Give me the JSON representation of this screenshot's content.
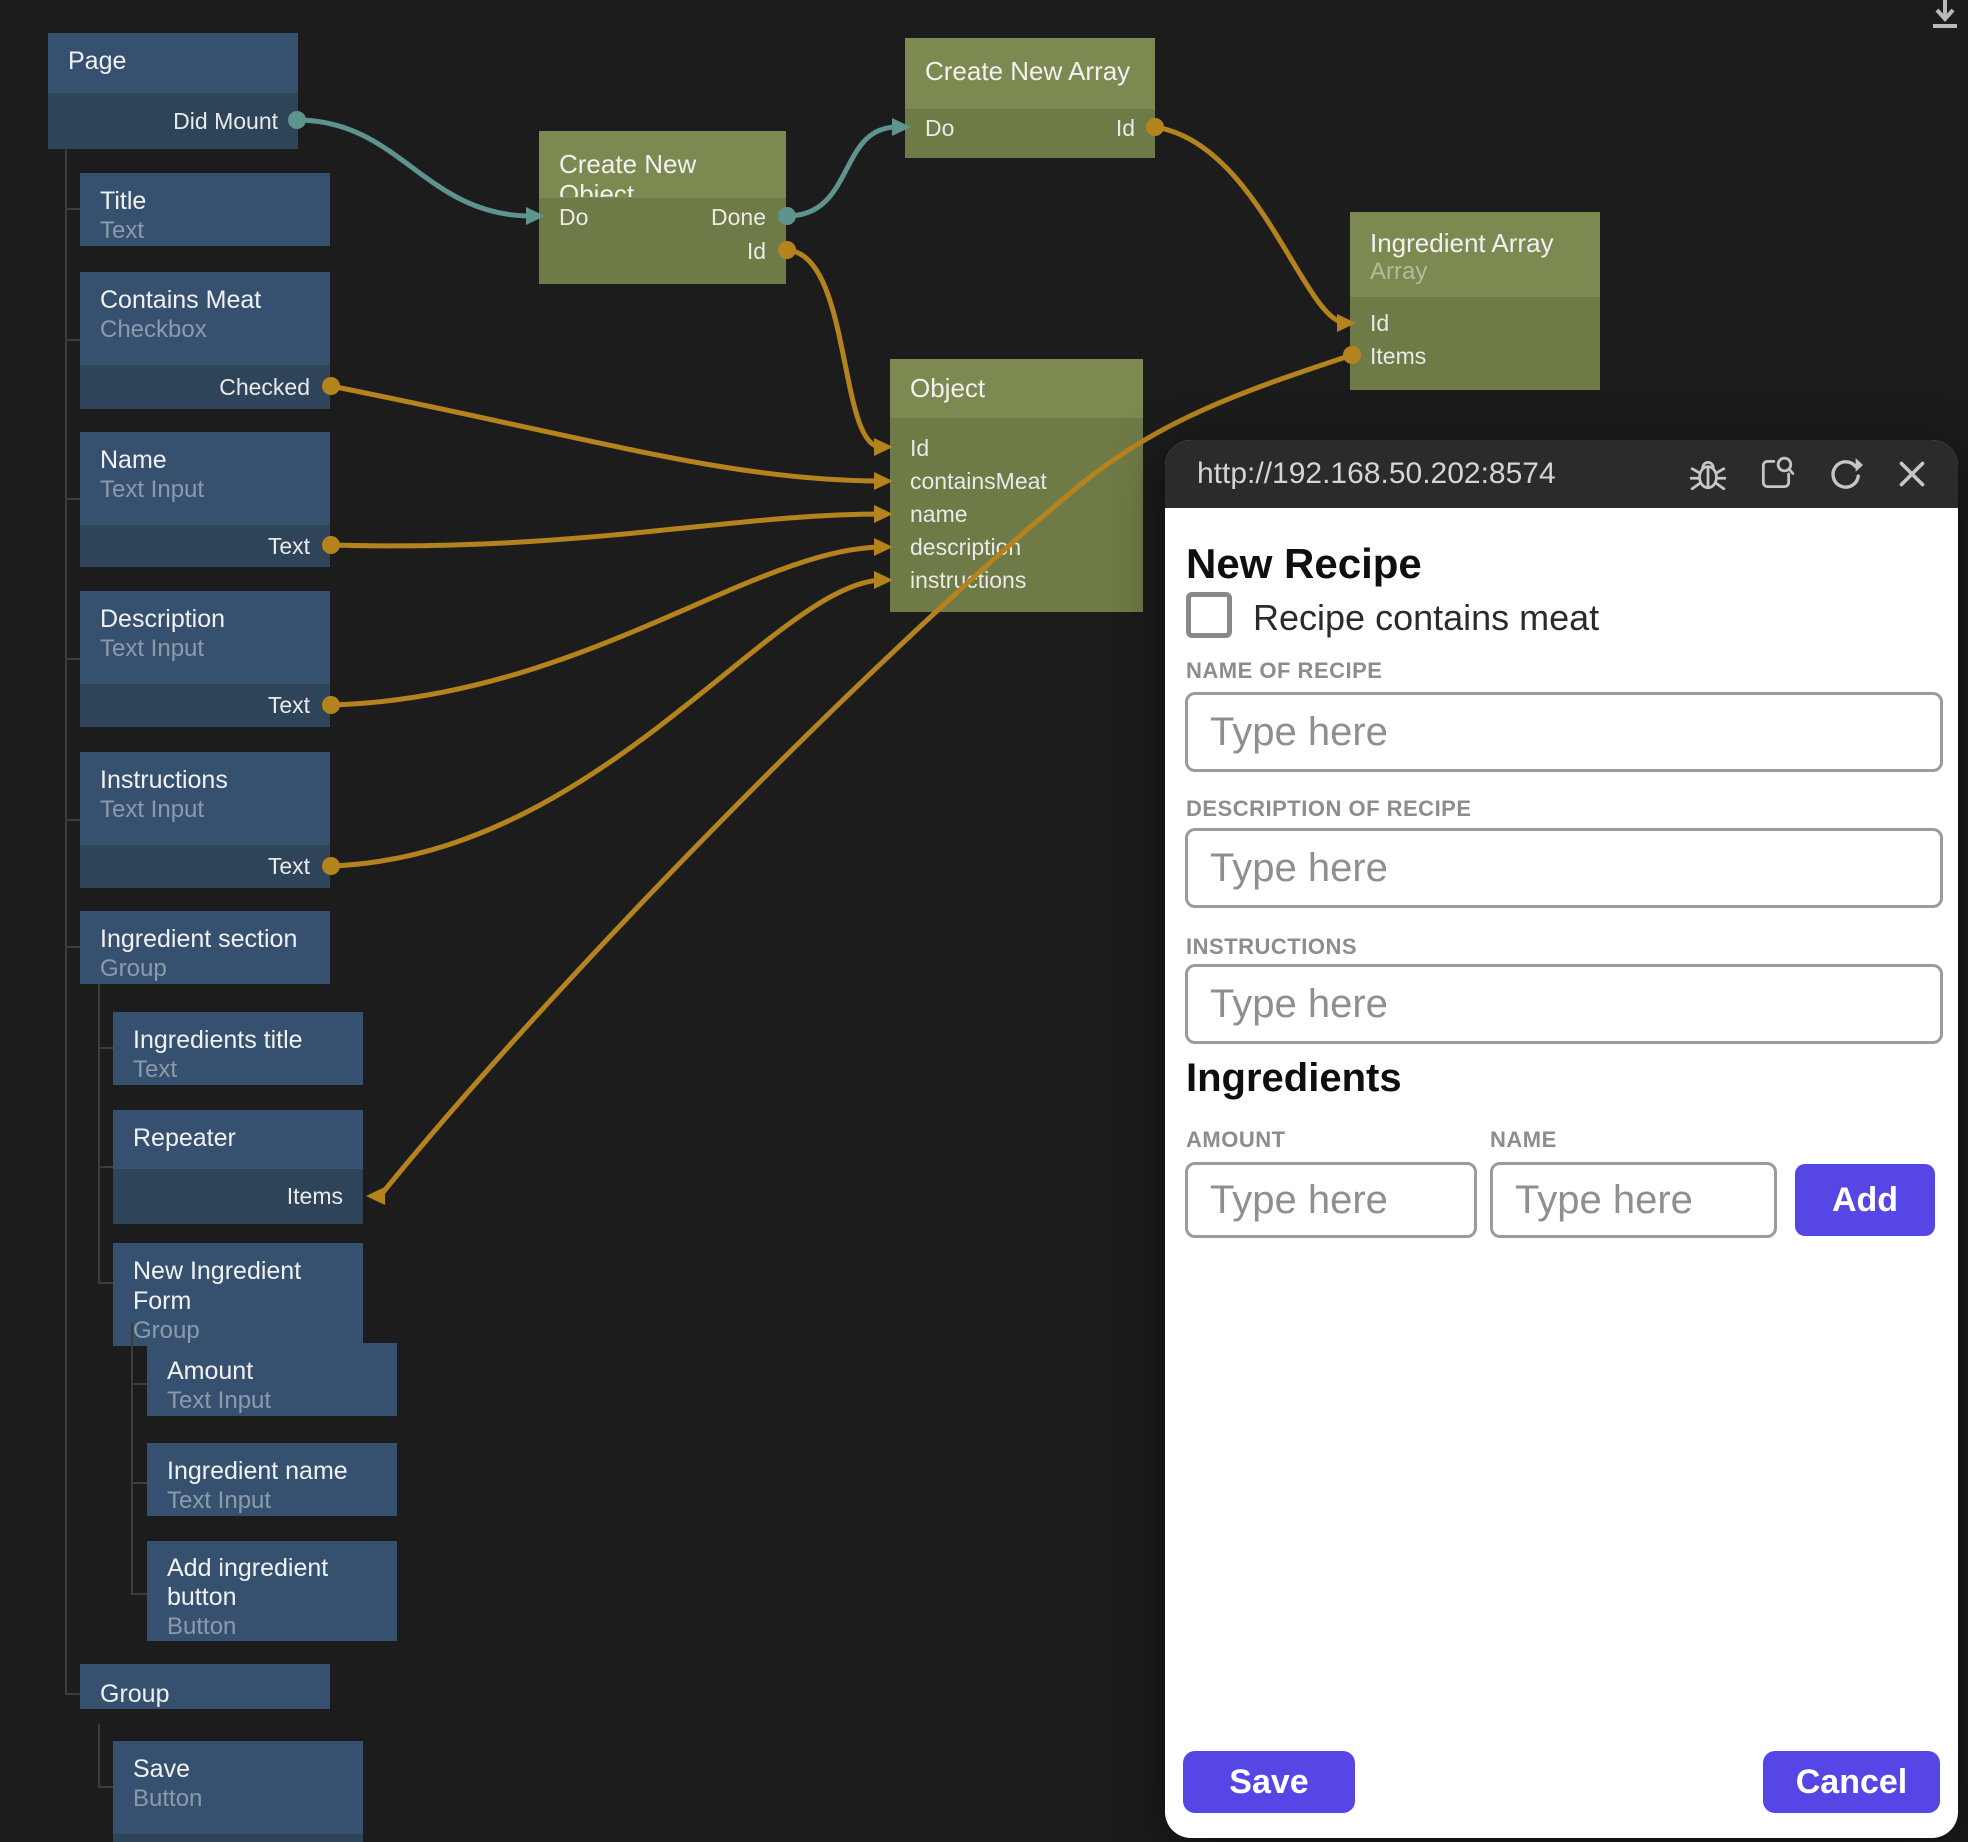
{
  "canvas": {
    "nodes": {
      "page": {
        "title": "Page",
        "port_did_mount": "Did Mount"
      },
      "title": {
        "title": "Title",
        "subtitle": "Text"
      },
      "contains_meat": {
        "title": "Contains Meat",
        "subtitle": "Checkbox",
        "port_checked": "Checked"
      },
      "name": {
        "title": "Name",
        "subtitle": "Text Input",
        "port_text": "Text"
      },
      "description": {
        "title": "Description",
        "subtitle": "Text Input",
        "port_text": "Text"
      },
      "instructions": {
        "title": "Instructions",
        "subtitle": "Text Input",
        "port_text": "Text"
      },
      "ingredient_section": {
        "title": "Ingredient section",
        "subtitle": "Group"
      },
      "ingredients_title": {
        "title": "Ingredients title",
        "subtitle": "Text"
      },
      "repeater": {
        "title": "Repeater",
        "port_items": "Items"
      },
      "new_ingredient_form": {
        "title": "New Ingredient Form",
        "subtitle": "Group"
      },
      "amount": {
        "title": "Amount",
        "subtitle": "Text Input"
      },
      "ingredient_name": {
        "title": "Ingredient name",
        "subtitle": "Text Input"
      },
      "add_ingredient_button": {
        "title": "Add ingredient button",
        "subtitle": "Button"
      },
      "group": {
        "title": "Group"
      },
      "save": {
        "title": "Save",
        "subtitle": "Button"
      },
      "create_new_object": {
        "title": "Create New Object",
        "port_do": "Do",
        "port_done": "Done",
        "port_id": "Id"
      },
      "create_new_array": {
        "title": "Create New Array",
        "port_do": "Do",
        "port_id": "Id"
      },
      "object": {
        "title": "Object",
        "ports": [
          "Id",
          "containsMeat",
          "name",
          "description",
          "instructions"
        ]
      },
      "ingredient_array": {
        "title": "Ingredient Array",
        "subtitle": "Array",
        "port_id": "Id",
        "port_items": "Items"
      }
    },
    "colors": {
      "background": "#1c1c1c",
      "node_blue_header": "#36516f",
      "node_blue_ports": "#2e4459",
      "node_green_header": "#7c8950",
      "node_green_ports": "#6f7b46",
      "wire_teal": "#5e948e",
      "wire_orange": "#b5831e"
    }
  },
  "preview": {
    "url": "http://192.168.50.202:8574",
    "toolbar_icons": [
      "debug",
      "inspect",
      "refresh",
      "close"
    ],
    "heading": "New Recipe",
    "meat_checkbox_label": "Recipe contains meat",
    "name_label": "NAME OF RECIPE",
    "description_label": "DESCRIPTION OF RECIPE",
    "instructions_label": "INSTRUCTIONS",
    "ingredients_heading": "Ingredients",
    "amount_label": "AMOUNT",
    "ingredient_name_label": "NAME",
    "input_placeholder": "Type here",
    "add_button": "Add",
    "save_button": "Save",
    "cancel_button": "Cancel",
    "accent_color": "#5646e5"
  }
}
